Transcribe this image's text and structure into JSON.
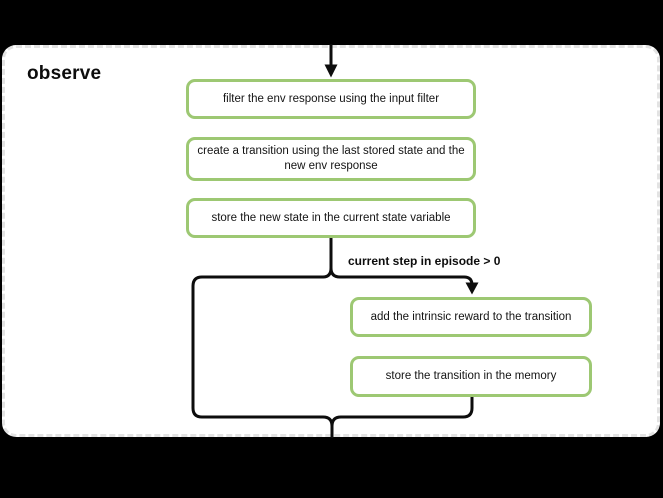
{
  "title": "observe",
  "nodes": [
    {
      "id": "filter-env-response",
      "label": "filter the env response using the input filter"
    },
    {
      "id": "create-transition",
      "label": "create a transition using the last stored state and the new env response"
    },
    {
      "id": "store-new-state",
      "label": "store the new state in the current state variable"
    },
    {
      "id": "add-intrinsic-reward",
      "label": "add the intrinsic reward to the transition"
    },
    {
      "id": "store-transition-memory",
      "label": "store the transition in the memory"
    }
  ],
  "condition_label": "current step in episode > 0",
  "colors": {
    "background": "#000000",
    "card_fill": "#ffffff",
    "card_dashed_border": "#e3e3e3",
    "node_border": "#9dc873",
    "connector": "#0d0d0d"
  }
}
